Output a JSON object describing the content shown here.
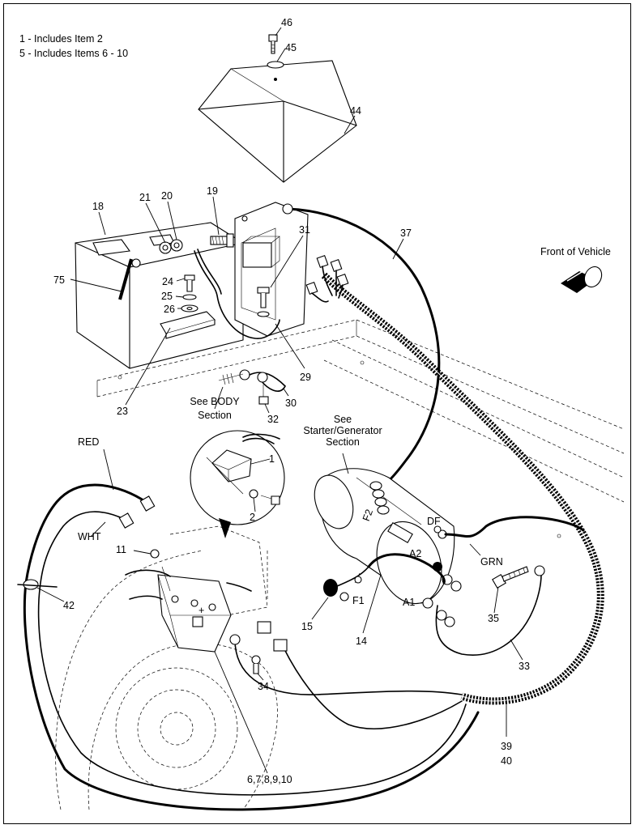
{
  "notes": [
    "1 - Includes Item 2",
    "5 - Includes Items 6 - 10"
  ],
  "callouts": {
    "n46": "46",
    "n45": "45",
    "n44": "44",
    "n18": "18",
    "n21": "21",
    "n20": "20",
    "n19": "19",
    "n31": "31",
    "n37": "37",
    "n75": "75",
    "n24": "24",
    "n25": "25",
    "n26": "26",
    "n23": "23",
    "n29": "29",
    "n30": "30",
    "n32": "32",
    "n1": "1",
    "n2": "2",
    "n11": "11",
    "n42": "42",
    "n34": "34",
    "n15": "15",
    "n14": "14",
    "n35": "35",
    "n33": "33",
    "n39": "39",
    "n40": "40",
    "n6710": "6,7,8,9,10"
  },
  "terminals": {
    "f2": "F2",
    "f1": "F1",
    "a2": "A2",
    "a1": "A1",
    "df": "DF",
    "plus": "+"
  },
  "wire_colors": {
    "red": "RED",
    "wht": "WHT",
    "grn": "GRN"
  },
  "references": {
    "body_line1": "See BODY",
    "body_line2": "Section",
    "starter_line1": "See",
    "starter_line2": "Starter/Generator",
    "starter_line3": "Section"
  },
  "front_of_vehicle": "Front of Vehicle"
}
